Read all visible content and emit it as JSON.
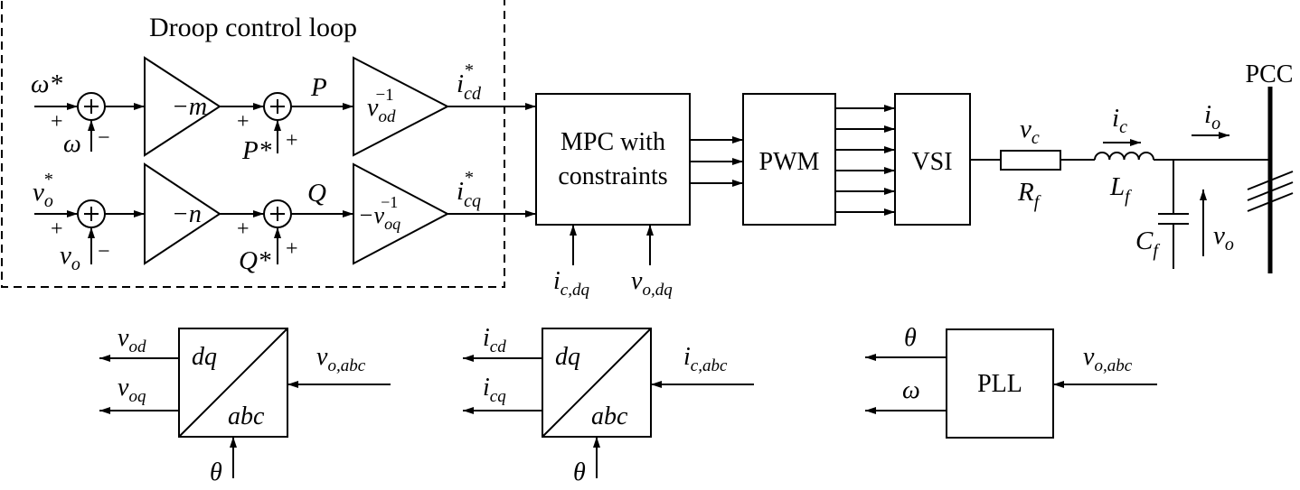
{
  "colors": {
    "stroke": "#000000",
    "background": "#ffffff"
  },
  "droop": {
    "title": "Droop control loop",
    "omega_ref": "ω*",
    "omega": "ω",
    "gain_m": "−m",
    "P_ref": "P*",
    "P": "P",
    "inv_vod_base": "v",
    "inv_vod_sub": "od",
    "inv_vod_sup": "−1",
    "icd_ref_base": "i",
    "icd_ref_sub": "cd",
    "icd_ref_sup": "*",
    "vo_ref_base": "v",
    "vo_ref_sub": "o",
    "vo_ref_sup": "*",
    "vo_base": "v",
    "vo_sub": "o",
    "gain_n": "−n",
    "Q_ref": "Q*",
    "Q": "Q",
    "inv_voq_base": "−v",
    "inv_voq_sub": "oq",
    "inv_voq_sup": "−1",
    "icq_ref_base": "i",
    "icq_ref_sub": "cq",
    "icq_ref_sup": "*",
    "plus": "+",
    "minus": "−"
  },
  "mpc": {
    "line1": "MPC with",
    "line2": "constraints",
    "in1_base": "i",
    "in1_sub": "c,dq",
    "in2_base": "v",
    "in2_sub": "o,dq"
  },
  "pwm": {
    "label": "PWM"
  },
  "vsi": {
    "label": "VSI"
  },
  "filter": {
    "vc_base": "v",
    "vc_sub": "c",
    "Rf_base": "R",
    "Rf_sub": "f",
    "ic_base": "i",
    "ic_sub": "c",
    "Lf_base": "L",
    "Lf_sub": "f",
    "io_base": "i",
    "io_sub": "o",
    "Cf_base": "C",
    "Cf_sub": "f",
    "vo_base": "v",
    "vo_sub": "o"
  },
  "pcc": {
    "label": "PCC"
  },
  "transform_v": {
    "top": "dq",
    "bottom": "abc",
    "out1_base": "v",
    "out1_sub": "od",
    "out2_base": "v",
    "out2_sub": "oq",
    "in_base": "v",
    "in_sub": "o,abc",
    "theta": "θ"
  },
  "transform_i": {
    "top": "dq",
    "bottom": "abc",
    "out1_base": "i",
    "out1_sub": "cd",
    "out2_base": "i",
    "out2_sub": "cq",
    "in_base": "i",
    "in_sub": "c,abc",
    "theta": "θ"
  },
  "pll": {
    "label": "PLL",
    "out1": "θ",
    "out2": "ω",
    "in_base": "v",
    "in_sub": "o,abc"
  }
}
